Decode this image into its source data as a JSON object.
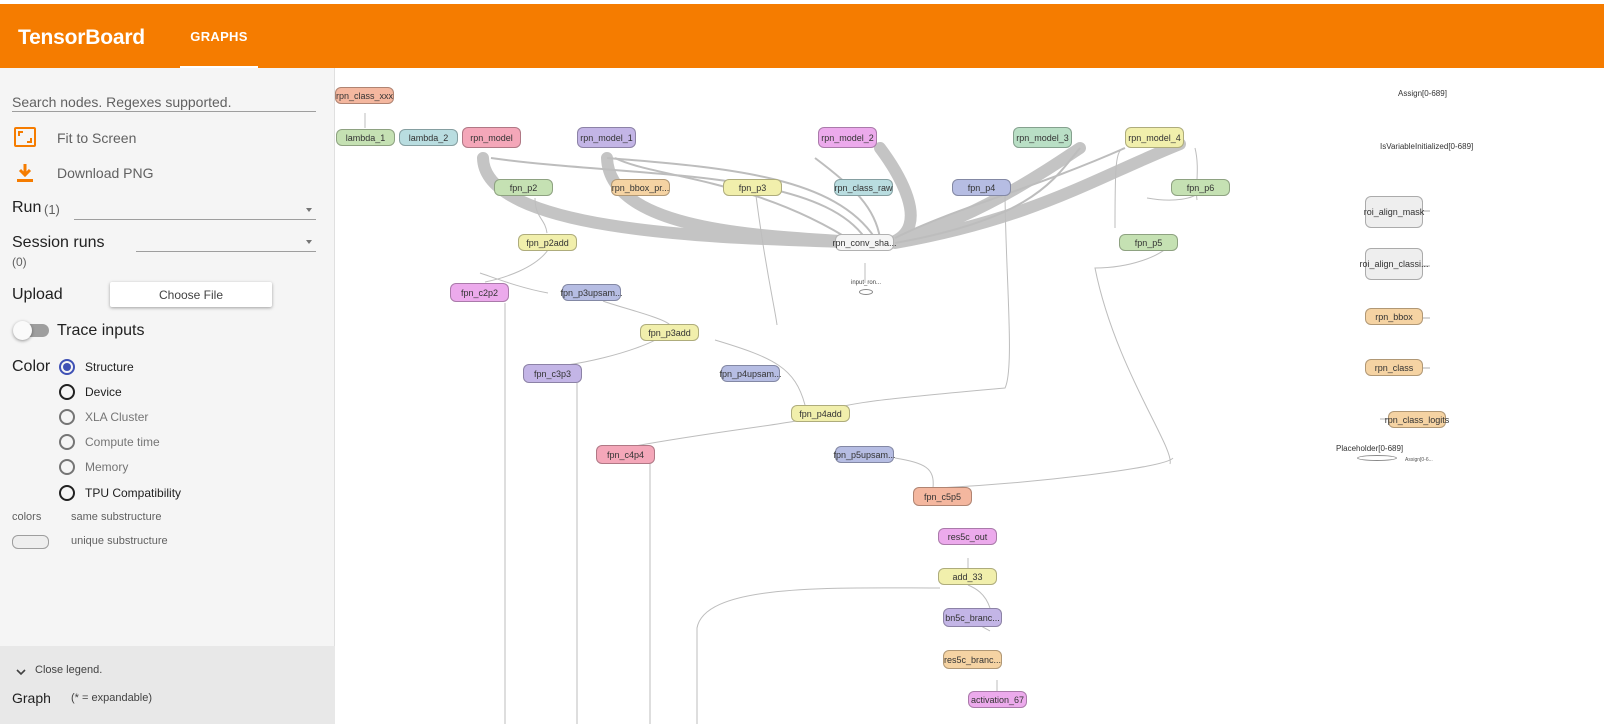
{
  "header": {
    "brand": "TensorBoard",
    "tab": "GRAPHS"
  },
  "sidebar": {
    "search_placeholder": "Search nodes. Regexes supported.",
    "fit": "Fit to Screen",
    "download": "Download PNG",
    "run_label": "Run",
    "run_count": "(1)",
    "session_label": "Session runs",
    "session_count": "(0)",
    "upload_label": "Upload",
    "choose_file": "Choose File",
    "trace_inputs": "Trace inputs",
    "color_label": "Color",
    "color_options": [
      "Structure",
      "Device",
      "XLA Cluster",
      "Compute time",
      "Memory",
      "TPU Compatibility"
    ],
    "colors_label": "colors",
    "same_sub": "same substructure",
    "unique_sub": "unique substructure",
    "close_legend": "Close legend.",
    "graph_label": "Graph",
    "expandable_note": "(* = expandable)"
  },
  "colors": {
    "accent": "#f57c00",
    "radio": "#3f51b5"
  },
  "graph": {
    "nodes": [
      {
        "id": "rpn_class_xxx",
        "label": "rpn_class_xxx",
        "color": "#f4b79f"
      },
      {
        "id": "lambda_1",
        "label": "lambda_1",
        "color": "#c5e1b3"
      },
      {
        "id": "lambda_2",
        "label": "lambda_2",
        "color": "#b9dde0"
      },
      {
        "id": "rpn_model",
        "label": "rpn_model",
        "color": "#f4a7b9"
      },
      {
        "id": "rpn_model_1",
        "label": "rpn_model_1",
        "color": "#c3b5e6"
      },
      {
        "id": "rpn_model_2",
        "label": "rpn_model_2",
        "color": "#ecaaec"
      },
      {
        "id": "rpn_model_3",
        "label": "rpn_model_3",
        "color": "#b9dfc5"
      },
      {
        "id": "rpn_model_4",
        "label": "rpn_model_4",
        "color": "#f1efac"
      },
      {
        "id": "fpn_p2",
        "label": "fpn_p2",
        "color": "#c5e1b3"
      },
      {
        "id": "rpn_bbox_pr",
        "label": "rpn_bbox_pr...",
        "color": "#f5d3a3"
      },
      {
        "id": "fpn_p3",
        "label": "fpn_p3",
        "color": "#f1efac"
      },
      {
        "id": "rpn_class_raw",
        "label": "rpn_class_raw",
        "color": "#b9dde0"
      },
      {
        "id": "fpn_p4",
        "label": "fpn_p4",
        "color": "#b6bde3"
      },
      {
        "id": "fpn_p6",
        "label": "fpn_p6",
        "color": "#c5e1b3"
      },
      {
        "id": "fpn_p2add",
        "label": "fpn_p2add",
        "color": "#f1efac"
      },
      {
        "id": "rpn_conv_sha",
        "label": "rpn_conv_sha...",
        "color": "#f5f5f5"
      },
      {
        "id": "fpn_p5",
        "label": "fpn_p5",
        "color": "#c5e1b3"
      },
      {
        "id": "fpn_c2p2",
        "label": "fpn_c2p2",
        "color": "#ecaaec"
      },
      {
        "id": "fpn_p3upsam",
        "label": "fpn_p3upsam...",
        "color": "#b6bde3"
      },
      {
        "id": "fpn_p3add",
        "label": "fpn_p3add",
        "color": "#f1efac"
      },
      {
        "id": "fpn_c3p3",
        "label": "fpn_c3p3",
        "color": "#c3b5e6"
      },
      {
        "id": "fpn_p4upsam",
        "label": "fpn_p4upsam...",
        "color": "#b6bde3"
      },
      {
        "id": "fpn_p4add",
        "label": "fpn_p4add",
        "color": "#f1efac"
      },
      {
        "id": "fpn_c4p4",
        "label": "fpn_c4p4",
        "color": "#f4a7b9"
      },
      {
        "id": "fpn_p5upsam",
        "label": "fpn_p5upsam...",
        "color": "#b6bde3"
      },
      {
        "id": "fpn_c5p5",
        "label": "fpn_c5p5",
        "color": "#f4b79f"
      },
      {
        "id": "res5c_out",
        "label": "res5c_out",
        "color": "#ecaaec"
      },
      {
        "id": "add_33",
        "label": "add_33",
        "color": "#f1efac"
      },
      {
        "id": "bn5c_branc",
        "label": "bn5c_branc...",
        "color": "#c3b5e6"
      },
      {
        "id": "res5c_branc",
        "label": "res5c_branc...",
        "color": "#f5d3a3"
      },
      {
        "id": "activation_67",
        "label": "activation_67",
        "color": "#ecaaec"
      },
      {
        "id": "roi_align_mask",
        "label": "roi_align_mask",
        "color": "#eeeeee"
      },
      {
        "id": "roi_align_classi",
        "label": "roi_align_classi...",
        "color": "#eeeeee"
      },
      {
        "id": "rpn_bbox",
        "label": "rpn_bbox",
        "color": "#f5d3a3"
      },
      {
        "id": "rpn_class",
        "label": "rpn_class",
        "color": "#f5d3a3"
      },
      {
        "id": "rpn_class_logits",
        "label": "rpn_class_logits",
        "color": "#f5d3a3"
      }
    ],
    "texts": {
      "input_node": "input_ron...",
      "placeholder": "Placeholder[0-689]",
      "assign": "Assign[0-689]",
      "is_initialized": "IsVariableInitialized[0-689]",
      "assign_small": "Assign[0-6..."
    }
  }
}
